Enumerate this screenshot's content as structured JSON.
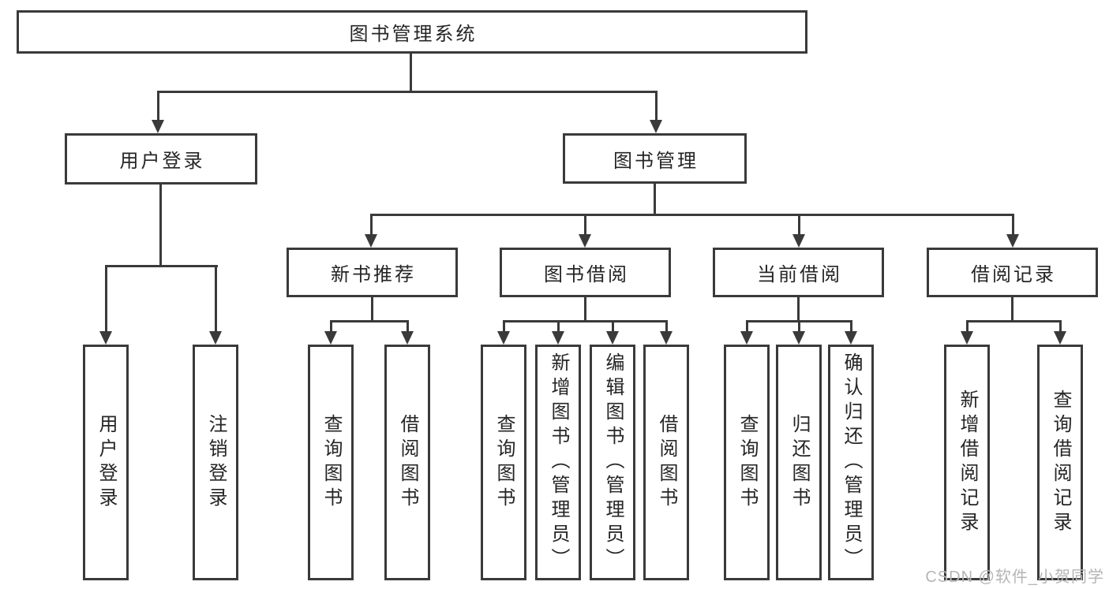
{
  "title": "图书管理系统",
  "level2": {
    "user_login": "用户登录",
    "book_mgmt": "图书管理"
  },
  "level3": {
    "new_books": "新书推荐",
    "borrow": "图书借阅",
    "current": "当前借阅",
    "records": "借阅记录"
  },
  "leaves": {
    "user_login": [
      "用户登录",
      "注销登录"
    ],
    "new_books": [
      "查询图书",
      "借阅图书"
    ],
    "borrow": [
      "查询图书",
      "新增图书（管理员）",
      "编辑图书（管理员）",
      "借阅图书"
    ],
    "current": [
      "查询图书",
      "归还图书",
      "确认归还（管理员）"
    ],
    "records": [
      "新增借阅记录",
      "查询借阅记录"
    ]
  },
  "watermark": "CSDN @软件_小贺同学",
  "colors": {
    "line": "#3a3a3a",
    "text": "#252525",
    "watermark": "#b5b5b5",
    "background": "#ffffff"
  }
}
